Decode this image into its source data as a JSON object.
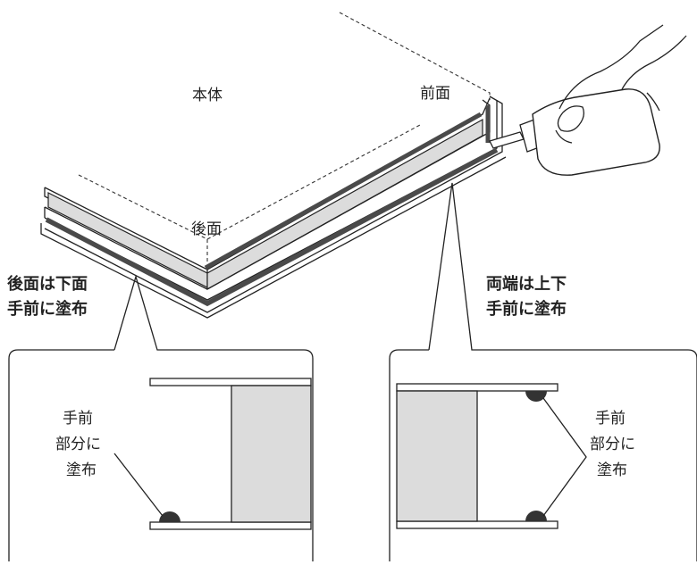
{
  "labels": {
    "body": "本体",
    "front_face": "前面",
    "back_face": "後面",
    "left_caption_line1": "後面は下面",
    "left_caption_line2": "手前に塗布",
    "right_caption_line1": "両端は上下",
    "right_caption_line2": "手前に塗布",
    "detail_left_line1": "手前",
    "detail_left_line2": "部分に",
    "detail_left_line3": "塗布",
    "detail_right_line1": "手前",
    "detail_right_line2": "部分に",
    "detail_right_line3": "塗布"
  },
  "colors": {
    "line": "#222222",
    "glue_bead": "#4a4a4a",
    "panel_fill": "#dcdcdc",
    "glue_dot": "#333333"
  }
}
